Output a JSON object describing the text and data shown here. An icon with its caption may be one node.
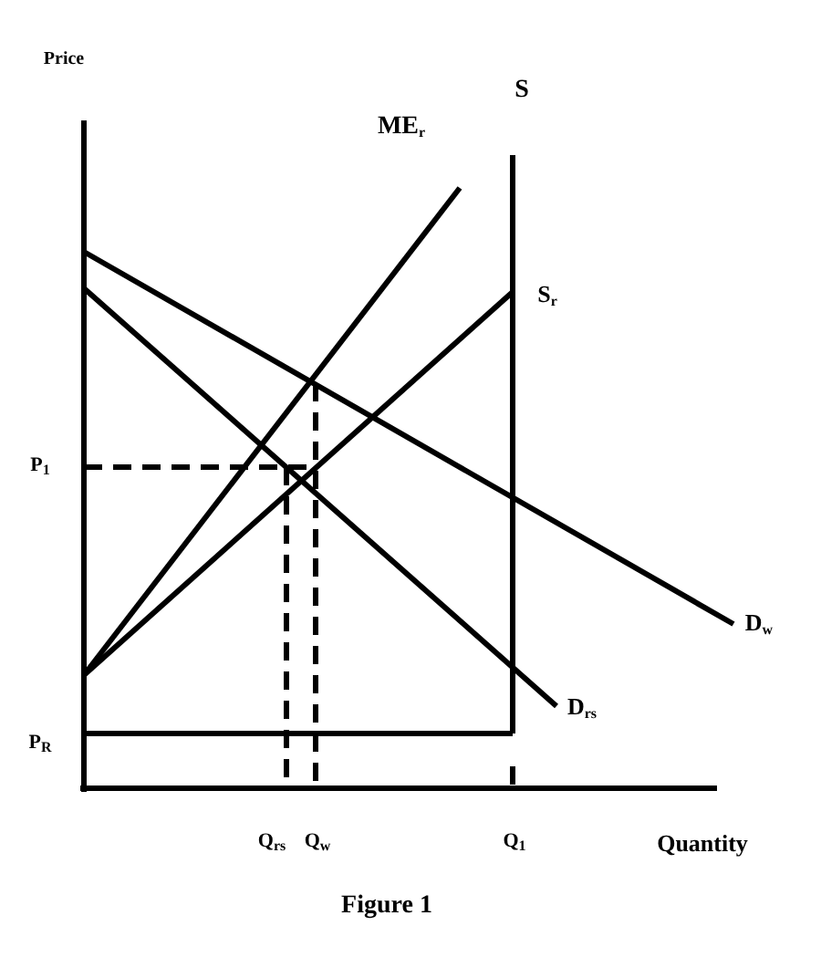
{
  "diagram": {
    "caption": "Figure 1",
    "labels": [
      "Price",
      "S",
      "ME$_{r}$",
      "S$_{r}$",
      "P$_{1}$",
      "D$_{w}$",
      "D$_{rs}$",
      "P$_{R}$",
      "Q$_{rs}$",
      "Q$_{w}$",
      "Q$_{1}$",
      "Quantity"
    ]
  }
}
